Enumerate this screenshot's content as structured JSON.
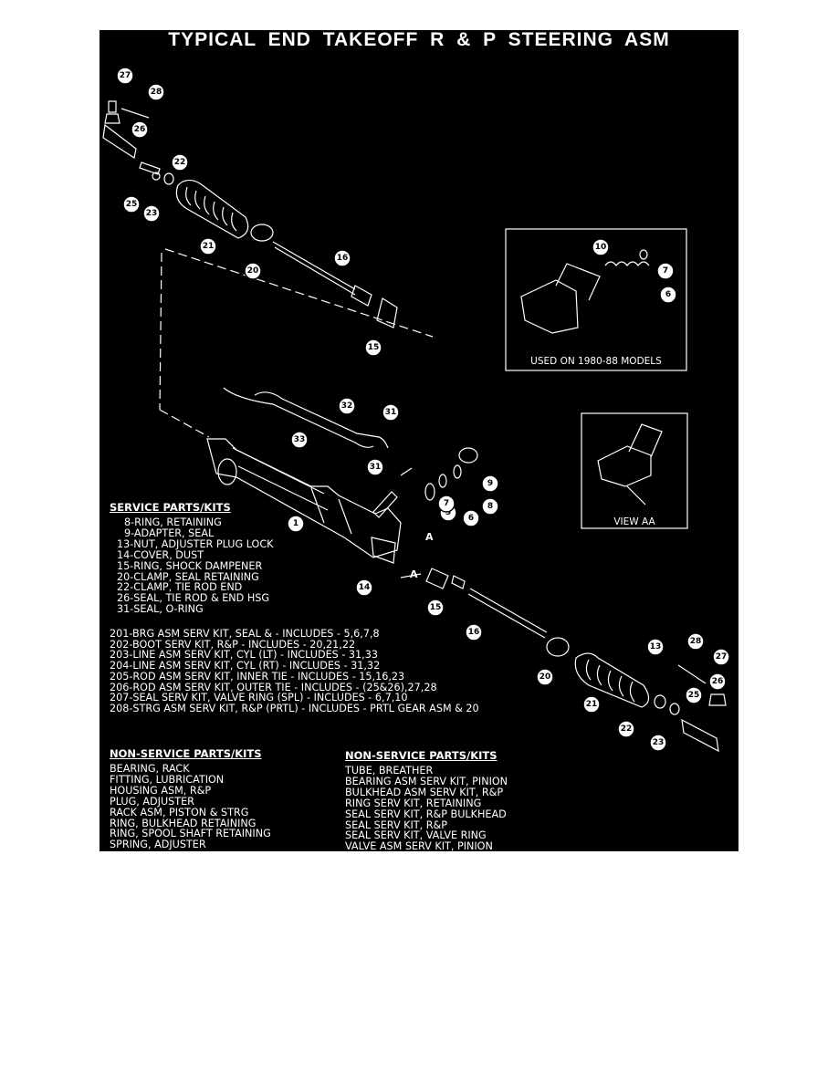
{
  "title": "TYPICAL  END  TAKEOFF  R  &  P  STEERING  ASM",
  "insets": {
    "top_caption": "USED ON 1980-88 MODELS",
    "view_caption": "VIEW AA"
  },
  "section_marker": "A",
  "callouts": [
    "27",
    "28",
    "26",
    "22",
    "25",
    "23",
    "21",
    "20",
    "16",
    "15",
    "10",
    "7",
    "6",
    "32",
    "31",
    "33",
    "31",
    "9",
    "8",
    "5",
    "6",
    "7",
    "1",
    "14",
    "15",
    "16",
    "13",
    "20",
    "21",
    "22",
    "23",
    "25",
    "26",
    "27",
    "28"
  ],
  "service": {
    "header": "SERVICE PARTS/KITS",
    "items": [
      "8-RING, RETAINING",
      "9-ADAPTER, SEAL",
      "13-NUT, ADJUSTER PLUG LOCK",
      "14-COVER, DUST",
      "15-RING, SHOCK DAMPENER",
      "20-CLAMP, SEAL RETAINING",
      "22-CLAMP, TIE ROD END",
      "26-SEAL, TIE ROD & END HSG",
      "31-SEAL, O-RING"
    ],
    "kits": [
      "201-BRG ASM SERV KIT, SEAL & - INCLUDES - 5,6,7,8",
      "202-BOOT SERV KIT, R&P - INCLUDES - 20,21,22",
      "203-LINE ASM SERV KIT, CYL (LT) - INCLUDES - 31,33",
      "204-LINE ASM SERV KIT, CYL (RT) - INCLUDES - 31,32",
      "205-ROD ASM SERV KIT, INNER TIE - INCLUDES - 15,16,23",
      "206-ROD ASM SERV KIT, OUTER TIE - INCLUDES - (25&26),27,28",
      "207-SEAL SERV KIT, VALVE RING (SPL) - INCLUDES - 6,7,10",
      "208-STRG ASM SERV KIT, R&P (PRTL) - INCLUDES - PRTL GEAR ASM & 20"
    ]
  },
  "non_service_left": {
    "header": "NON-SERVICE PARTS/KITS",
    "items": [
      "BEARING, RACK",
      "FITTING, LUBRICATION",
      "HOUSING ASM, R&P",
      "PLUG, ADJUSTER",
      "RACK ASM, PISTON & STRG",
      "RING, BULKHEAD RETAINING",
      "RING, SPOOL SHAFT RETAINING",
      "SPRING, ADJUSTER"
    ]
  },
  "non_service_right": {
    "header": "NON-SERVICE PARTS/KITS",
    "items": [
      "TUBE, BREATHER",
      "BEARING ASM SERV KIT, PINION",
      "BULKHEAD ASM SERV KIT, R&P",
      "RING SERV KIT, RETAINING",
      "SEAL SERV KIT, R&P BULKHEAD",
      "SEAL SERV KIT, R&P",
      "SEAL SERV KIT, VALVE RING",
      "VALVE ASM SERV KIT, PINION"
    ]
  }
}
